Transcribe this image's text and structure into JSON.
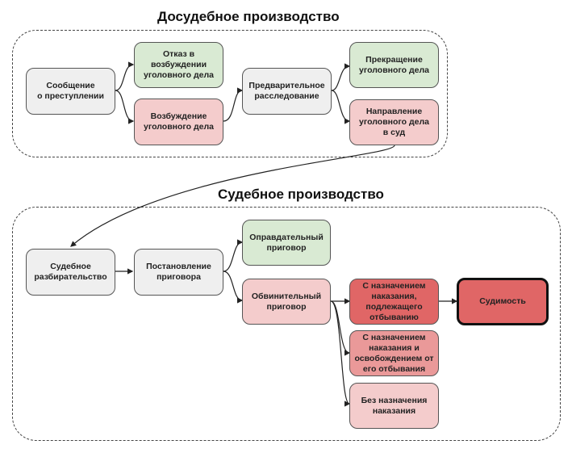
{
  "pretrial": {
    "title": "Досудебное производство",
    "nodes": {
      "report": "Сообщение\nо преступлении",
      "refusal": "Отказ в\nвозбуждении\nуголовного дела",
      "initiation": "Возбуждение\nуголовного дела",
      "investigation": "Предварительное\nрасследование",
      "termination": "Прекращение\nуголовного дела",
      "referral": "Направление\nуголовного дела\nв суд"
    }
  },
  "trial": {
    "title": "Судебное производство",
    "nodes": {
      "proceedings": "Судебное\nразбирательство",
      "sentencing": "Постановление\nприговора",
      "acquittal": "Оправдательный\nприговор",
      "conviction": "Обвинительный\nприговор",
      "punish_serve": "С назначением\nнаказания,\nподлежащего\nотбыванию",
      "punish_release": "С назначением\nнаказания и\nосвобождением от\nего отбывания",
      "no_punish": "Без назначения\nнаказания",
      "record": "Судимость"
    }
  },
  "colors": {
    "neutral": "#efefef",
    "positive": "#d9ead3",
    "negative": "#f4cccc",
    "strong_negative": "#e06666",
    "medium_negative": "#ea9999"
  }
}
